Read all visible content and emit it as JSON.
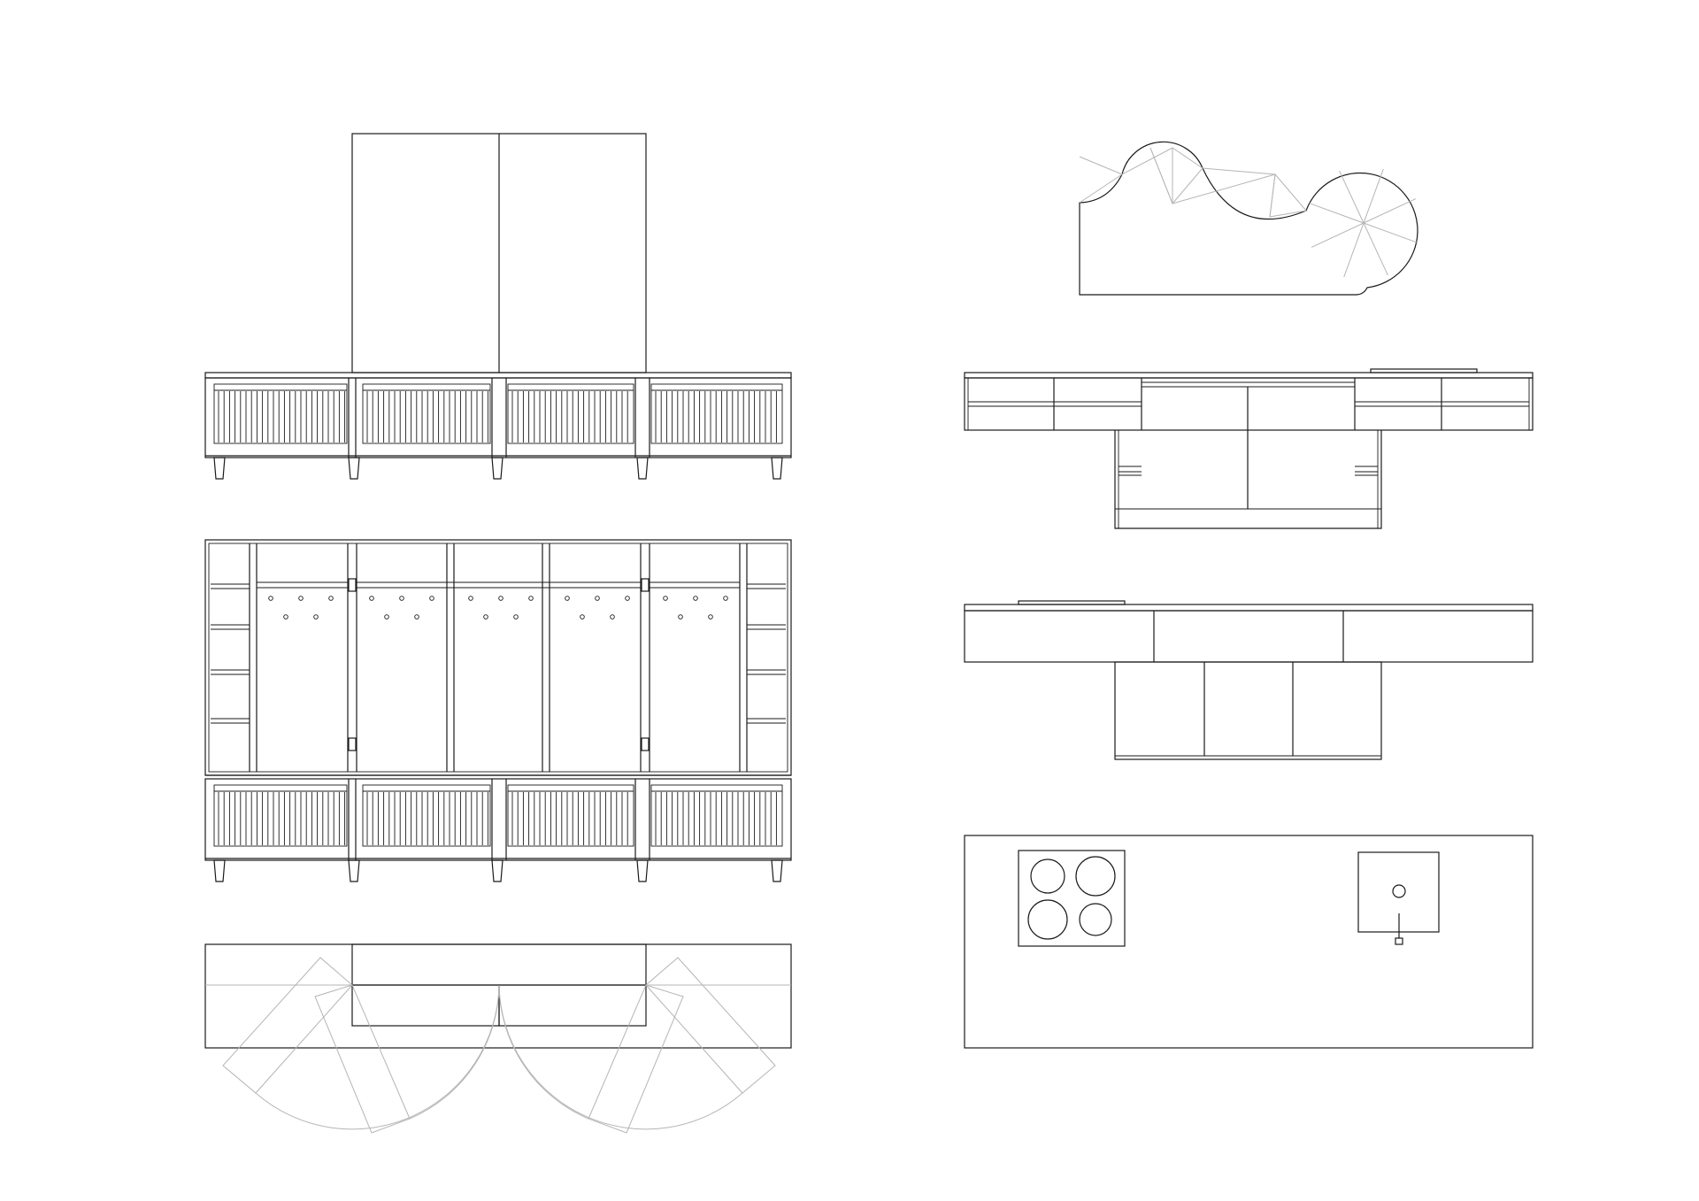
{
  "sheet": {
    "background": "#ffffff",
    "line_color": "#1a1a1a",
    "construction_line_color": "#b5b5b5"
  },
  "views": [
    {
      "id": "elevation-closed-with-hood"
    },
    {
      "id": "elevation-open-with-upper-cabinet"
    },
    {
      "id": "plan-door-swings"
    },
    {
      "id": "side-plan-curved-outline"
    },
    {
      "id": "section-with-drawers"
    },
    {
      "id": "side-elevation"
    },
    {
      "id": "top-plan-hob-and-sink"
    }
  ]
}
